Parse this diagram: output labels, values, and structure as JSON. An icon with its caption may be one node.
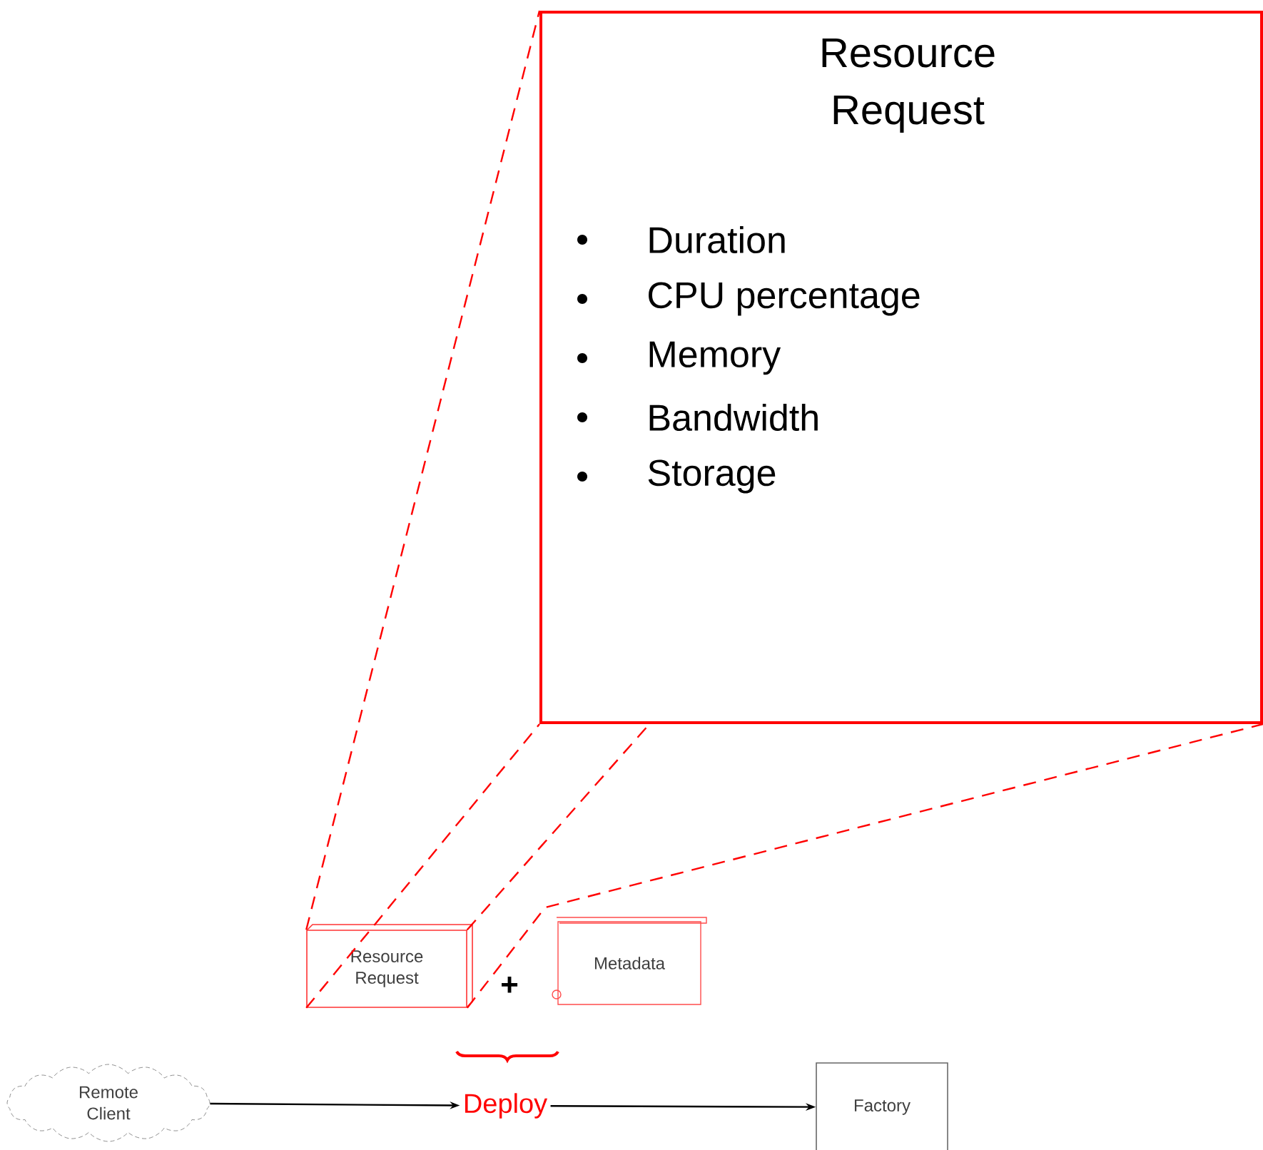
{
  "diagram": {
    "nodes": [
      {
        "text": [
          "Resource Request",
          "Duration",
          "CPU percentage",
          "Memory",
          "Bandwidth",
          "Storage"
        ]
      },
      {
        "text": [
          "Resource Request"
        ]
      },
      {
        "text": [
          "Metadata"
        ]
      },
      {
        "text": [
          "Remote Client"
        ]
      },
      {
        "text": [
          "Deploy"
        ]
      },
      {
        "text": [
          "Factory"
        ]
      }
    ],
    "edges": [
      {
        "from": 1,
        "to": 0,
        "arrow": "none",
        "style": "dashed",
        "color": "#ff0000"
      },
      {
        "from": 1,
        "to": 0,
        "arrow": "none",
        "style": "dashed",
        "color": "#ff0000"
      },
      {
        "from": 1,
        "to": 0,
        "arrow": "none",
        "style": "dashed",
        "color": "#ff0000"
      },
      {
        "from": 1,
        "to": 0,
        "arrow": "none",
        "style": "dashed",
        "color": "#ff0000"
      },
      {
        "from": 3,
        "to": 4,
        "arrow": "to",
        "color": "#000000"
      },
      {
        "from": 4,
        "to": 5,
        "arrow": "to",
        "color": "#000000"
      }
    ],
    "labels": [
      "+"
    ]
  }
}
